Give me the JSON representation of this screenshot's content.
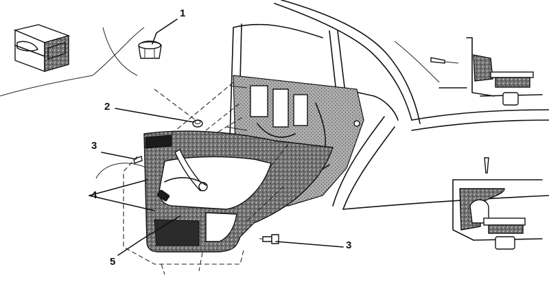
{
  "figure": {
    "callouts": [
      {
        "id": "callout-1",
        "label": "1"
      },
      {
        "id": "callout-2",
        "label": "2"
      },
      {
        "id": "callout-3-left",
        "label": "3"
      },
      {
        "id": "callout-3-right",
        "label": "3"
      },
      {
        "id": "callout-4",
        "label": "4"
      },
      {
        "id": "callout-5",
        "label": "5"
      }
    ]
  }
}
